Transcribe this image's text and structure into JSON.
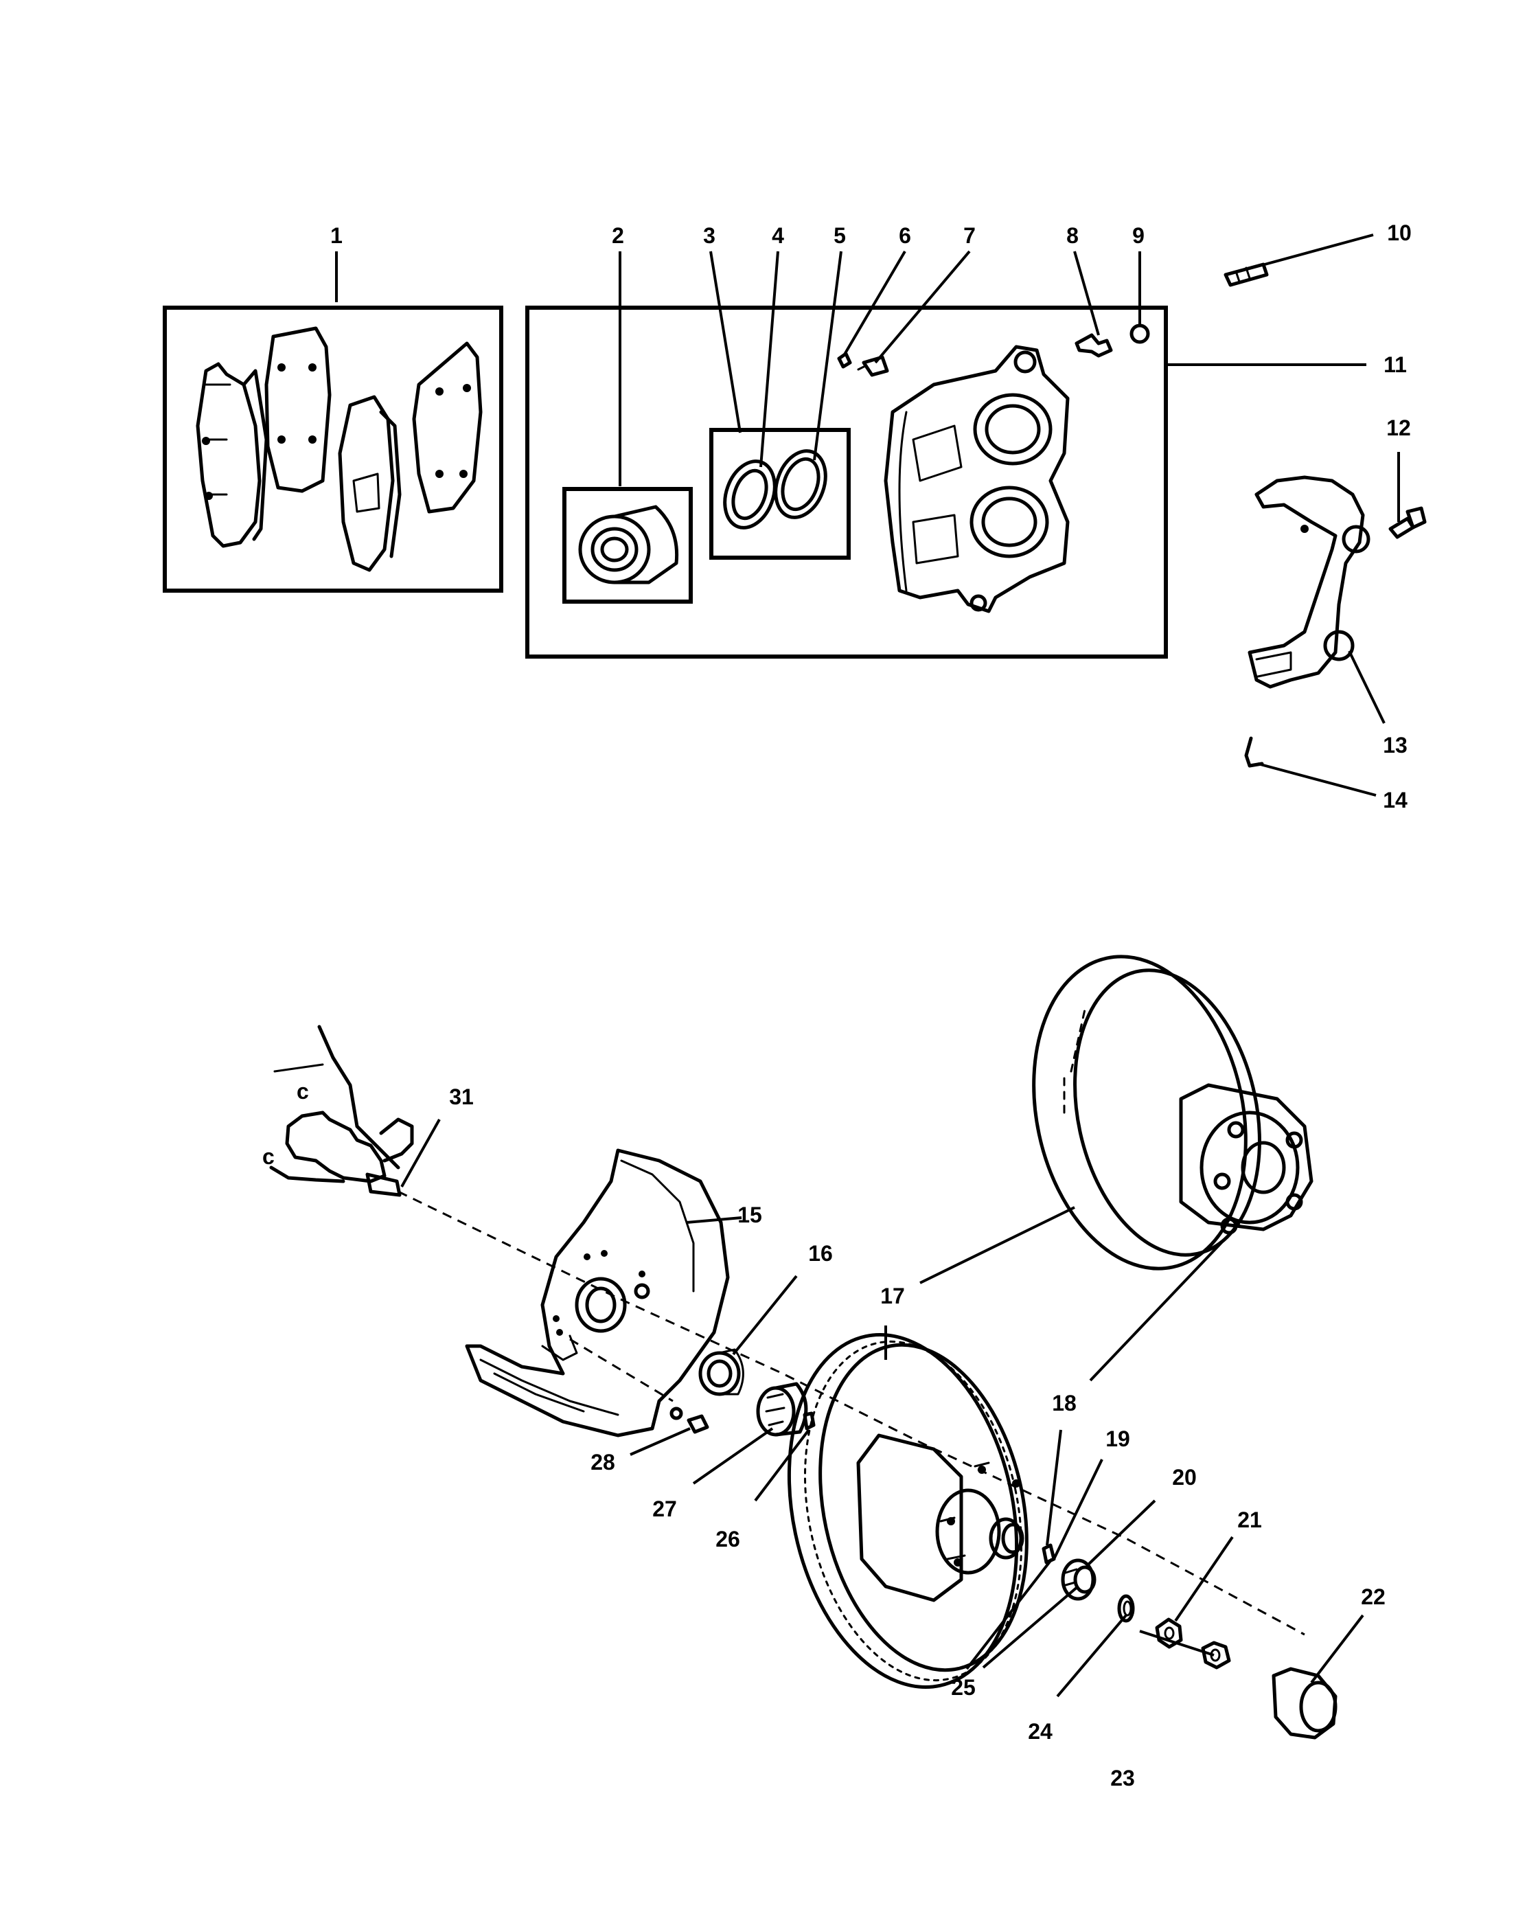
{
  "diagram": {
    "callouts": [
      "1",
      "2",
      "3",
      "4",
      "5",
      "6",
      "7",
      "8",
      "9",
      "10",
      "11",
      "12",
      "13",
      "14",
      "15",
      "16",
      "17",
      "17",
      "18",
      "18",
      "19",
      "20",
      "21",
      "22",
      "23",
      "24",
      "25",
      "26",
      "27",
      "28",
      "31"
    ]
  }
}
